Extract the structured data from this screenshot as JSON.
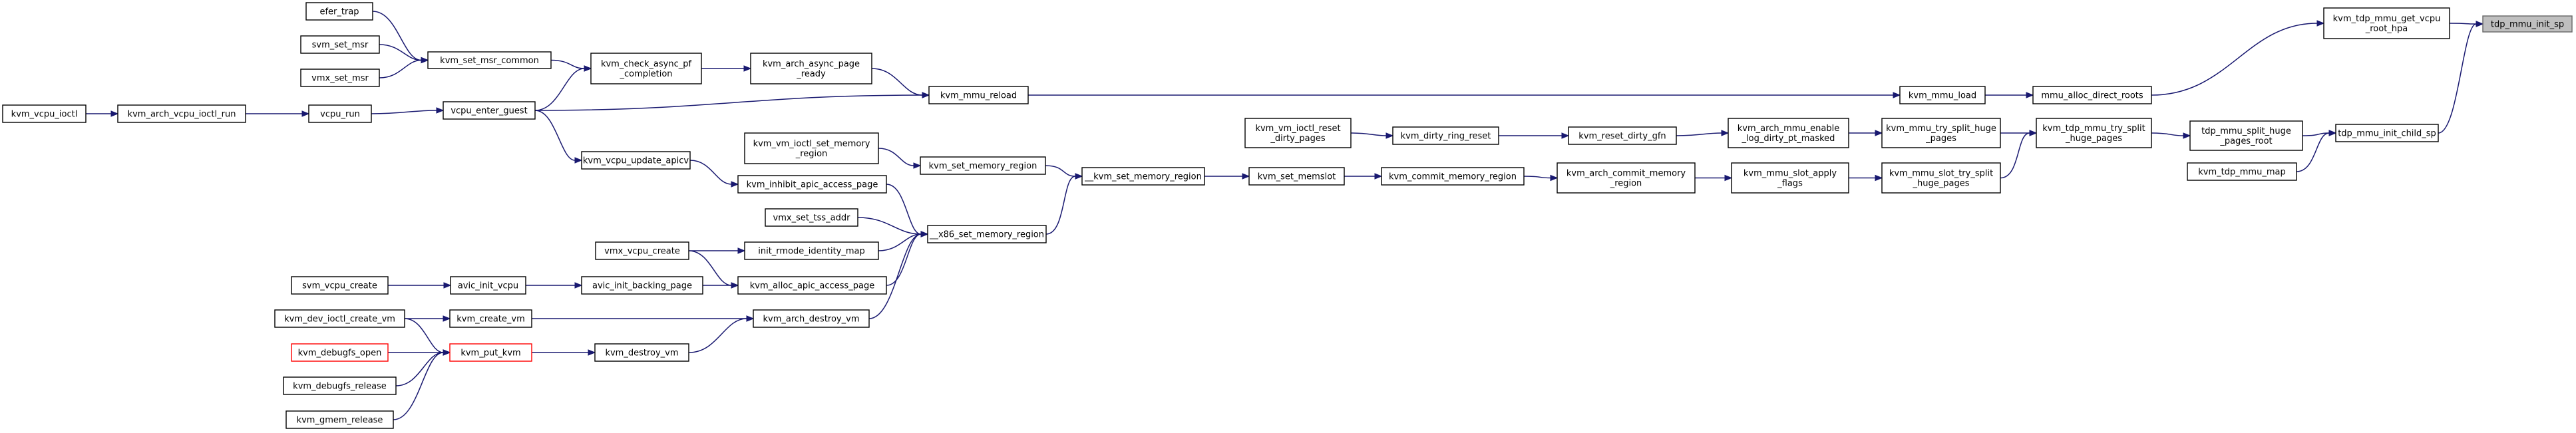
{
  "diagram": {
    "type": "call-graph",
    "colors": {
      "edge": "#191970",
      "node_border": "#000000",
      "node_border_link_missing": "#ff0000",
      "root_fill": "#bfbfbf",
      "root_border": "#666666",
      "background": "#ffffff"
    },
    "nodes": [
      {
        "id": "tdp_mmu_init_sp",
        "lines": [
          "tdp_mmu_init_sp"
        ],
        "root": true
      },
      {
        "id": "kvm_tdp_mmu_get_vcpu_root_hpa",
        "lines": [
          "kvm_tdp_mmu_get_vcpu",
          "_root_hpa"
        ]
      },
      {
        "id": "tdp_mmu_init_child_sp",
        "lines": [
          "tdp_mmu_init_child_sp"
        ]
      },
      {
        "id": "mmu_alloc_direct_roots",
        "lines": [
          "mmu_alloc_direct_roots"
        ]
      },
      {
        "id": "kvm_mmu_load",
        "lines": [
          "kvm_mmu_load"
        ]
      },
      {
        "id": "kvm_mmu_reload",
        "lines": [
          "kvm_mmu_reload"
        ]
      },
      {
        "id": "kvm_arch_async_page_ready",
        "lines": [
          "kvm_arch_async_page",
          "_ready"
        ]
      },
      {
        "id": "kvm_check_async_pf_completion",
        "lines": [
          "kvm_check_async_pf",
          "_completion"
        ]
      },
      {
        "id": "kvm_set_msr_common",
        "lines": [
          "kvm_set_msr_common"
        ]
      },
      {
        "id": "efer_trap",
        "lines": [
          "efer_trap"
        ]
      },
      {
        "id": "svm_set_msr",
        "lines": [
          "svm_set_msr"
        ]
      },
      {
        "id": "vmx_set_msr",
        "lines": [
          "vmx_set_msr"
        ]
      },
      {
        "id": "vcpu_enter_guest",
        "lines": [
          "vcpu_enter_guest"
        ]
      },
      {
        "id": "vcpu_run",
        "lines": [
          "vcpu_run"
        ]
      },
      {
        "id": "kvm_arch_vcpu_ioctl_run",
        "lines": [
          "kvm_arch_vcpu_ioctl_run"
        ]
      },
      {
        "id": "kvm_vcpu_ioctl",
        "lines": [
          "kvm_vcpu_ioctl"
        ]
      },
      {
        "id": "tdp_mmu_split_huge_pages_root",
        "lines": [
          "tdp_mmu_split_huge",
          "_pages_root"
        ]
      },
      {
        "id": "kvm_tdp_mmu_map",
        "lines": [
          "kvm_tdp_mmu_map"
        ]
      },
      {
        "id": "kvm_tdp_mmu_try_split_huge_pages",
        "lines": [
          "kvm_tdp_mmu_try_split",
          "_huge_pages"
        ]
      },
      {
        "id": "kvm_mmu_try_split_huge_pages",
        "lines": [
          "kvm_mmu_try_split_huge",
          "_pages"
        ]
      },
      {
        "id": "kvm_mmu_slot_try_split_huge_pages",
        "lines": [
          "kvm_mmu_slot_try_split",
          "_huge_pages"
        ]
      },
      {
        "id": "kvm_arch_mmu_enable_log_dirty_pt_masked",
        "lines": [
          "kvm_arch_mmu_enable",
          "_log_dirty_pt_masked"
        ]
      },
      {
        "id": "kvm_reset_dirty_gfn",
        "lines": [
          "kvm_reset_dirty_gfn"
        ]
      },
      {
        "id": "kvm_dirty_ring_reset",
        "lines": [
          "kvm_dirty_ring_reset"
        ]
      },
      {
        "id": "kvm_vm_ioctl_reset_dirty_pages",
        "lines": [
          "kvm_vm_ioctl_reset",
          "_dirty_pages"
        ]
      },
      {
        "id": "kvm_mmu_slot_apply_flags",
        "lines": [
          "kvm_mmu_slot_apply",
          "_flags"
        ]
      },
      {
        "id": "kvm_arch_commit_memory_region",
        "lines": [
          "kvm_arch_commit_memory",
          "_region"
        ]
      },
      {
        "id": "kvm_commit_memory_region",
        "lines": [
          "kvm_commit_memory_region"
        ]
      },
      {
        "id": "kvm_set_memslot",
        "lines": [
          "kvm_set_memslot"
        ]
      },
      {
        "id": "__kvm_set_memory_region",
        "lines": [
          "__kvm_set_memory_region"
        ]
      },
      {
        "id": "kvm_set_memory_region",
        "lines": [
          "kvm_set_memory_region"
        ]
      },
      {
        "id": "kvm_vm_ioctl_set_memory_region",
        "lines": [
          "kvm_vm_ioctl_set_memory",
          "_region"
        ]
      },
      {
        "id": "__x86_set_memory_region",
        "lines": [
          "__x86_set_memory_region"
        ]
      },
      {
        "id": "kvm_vcpu_update_apicv",
        "lines": [
          "kvm_vcpu_update_apicv"
        ]
      },
      {
        "id": "kvm_inhibit_apic_access_page",
        "lines": [
          "kvm_inhibit_apic_access_page"
        ]
      },
      {
        "id": "vmx_set_tss_addr",
        "lines": [
          "vmx_set_tss_addr"
        ]
      },
      {
        "id": "init_rmode_identity_map",
        "lines": [
          "init_rmode_identity_map"
        ]
      },
      {
        "id": "vmx_vcpu_create",
        "lines": [
          "vmx_vcpu_create"
        ]
      },
      {
        "id": "kvm_alloc_apic_access_page",
        "lines": [
          "kvm_alloc_apic_access_page"
        ]
      },
      {
        "id": "avic_init_backing_page",
        "lines": [
          "avic_init_backing_page"
        ]
      },
      {
        "id": "avic_init_vcpu",
        "lines": [
          "avic_init_vcpu"
        ]
      },
      {
        "id": "svm_vcpu_create",
        "lines": [
          "svm_vcpu_create"
        ]
      },
      {
        "id": "kvm_arch_destroy_vm",
        "lines": [
          "kvm_arch_destroy_vm"
        ]
      },
      {
        "id": "kvm_create_vm",
        "lines": [
          "kvm_create_vm"
        ]
      },
      {
        "id": "kvm_dev_ioctl_create_vm",
        "lines": [
          "kvm_dev_ioctl_create_vm"
        ]
      },
      {
        "id": "kvm_destroy_vm",
        "lines": [
          "kvm_destroy_vm"
        ]
      },
      {
        "id": "kvm_put_kvm",
        "lines": [
          "kvm_put_kvm"
        ],
        "missing_link": true
      },
      {
        "id": "kvm_debugfs_open",
        "lines": [
          "kvm_debugfs_open"
        ],
        "missing_link": true
      },
      {
        "id": "kvm_debugfs_release",
        "lines": [
          "kvm_debugfs_release"
        ]
      },
      {
        "id": "kvm_gmem_release",
        "lines": [
          "kvm_gmem_release"
        ]
      }
    ],
    "edges": [
      {
        "from": "kvm_tdp_mmu_get_vcpu_root_hpa",
        "to": "tdp_mmu_init_sp"
      },
      {
        "from": "tdp_mmu_init_child_sp",
        "to": "tdp_mmu_init_sp"
      },
      {
        "from": "mmu_alloc_direct_roots",
        "to": "kvm_tdp_mmu_get_vcpu_root_hpa"
      },
      {
        "from": "kvm_mmu_load",
        "to": "mmu_alloc_direct_roots"
      },
      {
        "from": "kvm_mmu_reload",
        "to": "kvm_mmu_load"
      },
      {
        "from": "kvm_arch_async_page_ready",
        "to": "kvm_mmu_reload"
      },
      {
        "from": "vcpu_enter_guest",
        "to": "kvm_mmu_reload"
      },
      {
        "from": "kvm_check_async_pf_completion",
        "to": "kvm_arch_async_page_ready"
      },
      {
        "from": "kvm_set_msr_common",
        "to": "kvm_check_async_pf_completion"
      },
      {
        "from": "vcpu_enter_guest",
        "to": "kvm_check_async_pf_completion"
      },
      {
        "from": "efer_trap",
        "to": "kvm_set_msr_common"
      },
      {
        "from": "svm_set_msr",
        "to": "kvm_set_msr_common"
      },
      {
        "from": "vmx_set_msr",
        "to": "kvm_set_msr_common"
      },
      {
        "from": "vcpu_run",
        "to": "vcpu_enter_guest"
      },
      {
        "from": "kvm_arch_vcpu_ioctl_run",
        "to": "vcpu_run"
      },
      {
        "from": "kvm_vcpu_ioctl",
        "to": "kvm_arch_vcpu_ioctl_run"
      },
      {
        "from": "tdp_mmu_split_huge_pages_root",
        "to": "tdp_mmu_init_child_sp"
      },
      {
        "from": "kvm_tdp_mmu_map",
        "to": "tdp_mmu_init_child_sp"
      },
      {
        "from": "kvm_tdp_mmu_try_split_huge_pages",
        "to": "tdp_mmu_split_huge_pages_root"
      },
      {
        "from": "kvm_mmu_try_split_huge_pages",
        "to": "kvm_tdp_mmu_try_split_huge_pages"
      },
      {
        "from": "kvm_mmu_slot_try_split_huge_pages",
        "to": "kvm_tdp_mmu_try_split_huge_pages"
      },
      {
        "from": "kvm_arch_mmu_enable_log_dirty_pt_masked",
        "to": "kvm_mmu_try_split_huge_pages"
      },
      {
        "from": "kvm_reset_dirty_gfn",
        "to": "kvm_arch_mmu_enable_log_dirty_pt_masked"
      },
      {
        "from": "kvm_dirty_ring_reset",
        "to": "kvm_reset_dirty_gfn"
      },
      {
        "from": "kvm_vm_ioctl_reset_dirty_pages",
        "to": "kvm_dirty_ring_reset"
      },
      {
        "from": "kvm_mmu_slot_apply_flags",
        "to": "kvm_mmu_slot_try_split_huge_pages"
      },
      {
        "from": "kvm_arch_commit_memory_region",
        "to": "kvm_mmu_slot_apply_flags"
      },
      {
        "from": "kvm_commit_memory_region",
        "to": "kvm_arch_commit_memory_region"
      },
      {
        "from": "kvm_set_memslot",
        "to": "kvm_commit_memory_region"
      },
      {
        "from": "__kvm_set_memory_region",
        "to": "kvm_set_memslot"
      },
      {
        "from": "kvm_set_memory_region",
        "to": "__kvm_set_memory_region"
      },
      {
        "from": "__x86_set_memory_region",
        "to": "__kvm_set_memory_region"
      },
      {
        "from": "kvm_vm_ioctl_set_memory_region",
        "to": "kvm_set_memory_region"
      },
      {
        "from": "kvm_inhibit_apic_access_page",
        "to": "__x86_set_memory_region"
      },
      {
        "from": "vmx_set_tss_addr",
        "to": "__x86_set_memory_region"
      },
      {
        "from": "init_rmode_identity_map",
        "to": "__x86_set_memory_region"
      },
      {
        "from": "kvm_alloc_apic_access_page",
        "to": "__x86_set_memory_region"
      },
      {
        "from": "kvm_arch_destroy_vm",
        "to": "__x86_set_memory_region"
      },
      {
        "from": "vcpu_enter_guest",
        "to": "kvm_vcpu_update_apicv"
      },
      {
        "from": "kvm_vcpu_update_apicv",
        "to": "kvm_inhibit_apic_access_page"
      },
      {
        "from": "vmx_vcpu_create",
        "to": "init_rmode_identity_map"
      },
      {
        "from": "vmx_vcpu_create",
        "to": "kvm_alloc_apic_access_page"
      },
      {
        "from": "avic_init_backing_page",
        "to": "kvm_alloc_apic_access_page"
      },
      {
        "from": "avic_init_vcpu",
        "to": "avic_init_backing_page"
      },
      {
        "from": "svm_vcpu_create",
        "to": "avic_init_vcpu"
      },
      {
        "from": "kvm_create_vm",
        "to": "kvm_arch_destroy_vm"
      },
      {
        "from": "kvm_destroy_vm",
        "to": "kvm_arch_destroy_vm"
      },
      {
        "from": "kvm_dev_ioctl_create_vm",
        "to": "kvm_create_vm"
      },
      {
        "from": "kvm_put_kvm",
        "to": "kvm_destroy_vm"
      },
      {
        "from": "kvm_dev_ioctl_create_vm",
        "to": "kvm_put_kvm"
      },
      {
        "from": "kvm_debugfs_open",
        "to": "kvm_put_kvm"
      },
      {
        "from": "kvm_debugfs_release",
        "to": "kvm_put_kvm"
      },
      {
        "from": "kvm_gmem_release",
        "to": "kvm_put_kvm"
      }
    ]
  }
}
